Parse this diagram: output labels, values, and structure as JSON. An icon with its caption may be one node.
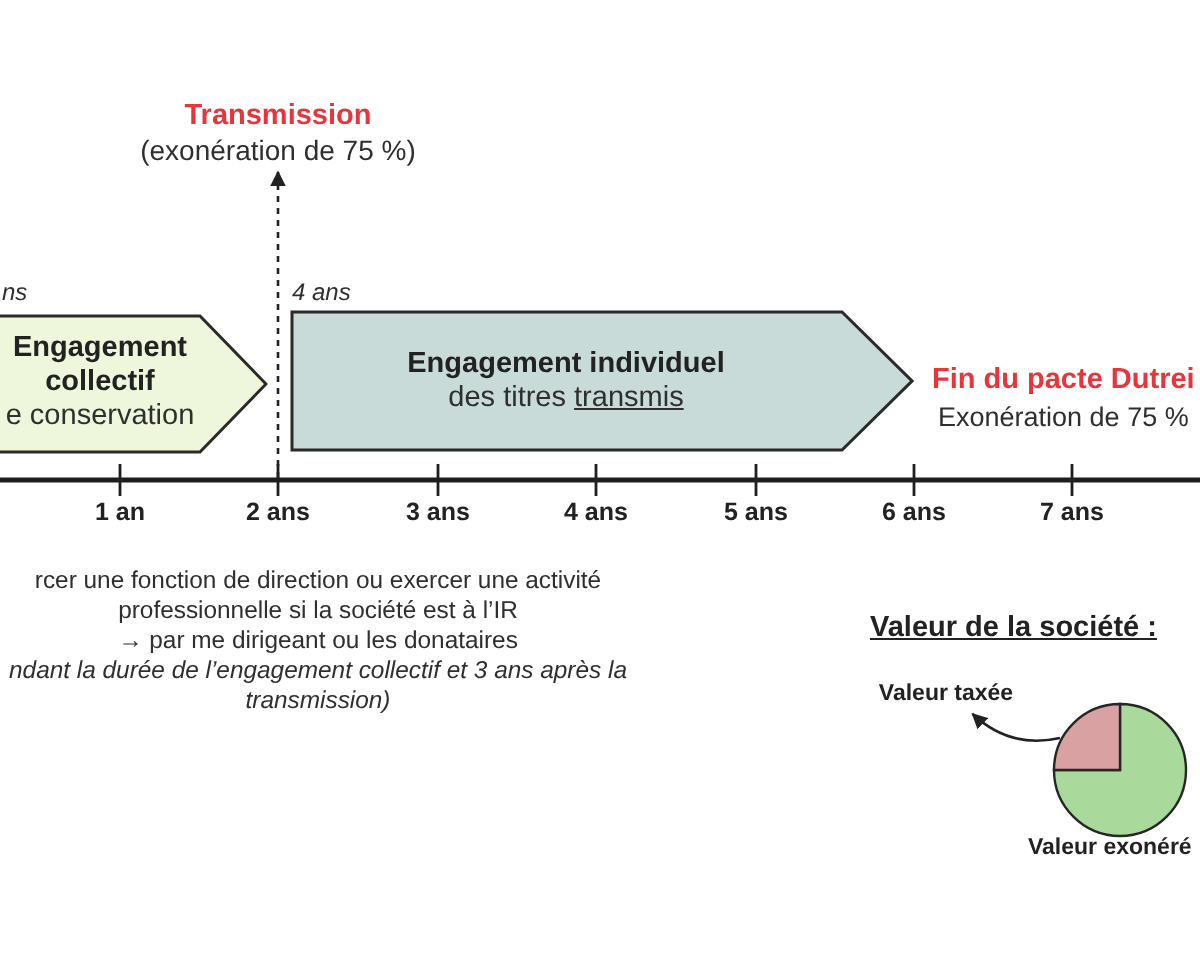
{
  "diagram": {
    "nodes": [
      {
        "text": [
          "Transmission",
          "(exonération de 75 %)"
        ]
      },
      {
        "text": [
          "Engagement collectif",
          "e conservation"
        ],
        "beside": [
          "ns"
        ]
      },
      {
        "text": [
          "Engagement individuel",
          "des titres transmis"
        ],
        "beside": [
          "4 ans"
        ]
      },
      {
        "text": [
          "Valeur taxée"
        ]
      },
      {
        "text": [],
        "shape": "slice"
      }
    ],
    "edges": [
      {
        "from": null,
        "to": 0,
        "arrow": "to",
        "style": "dashed"
      },
      {
        "from": 4,
        "to": 3,
        "arrow": "to"
      }
    ],
    "labels": [
      "Fin du pacte Dutrei",
      "Exonération de 75 %",
      "1 an",
      "2 ans",
      "3 ans",
      "4 ans",
      "5 ans",
      "6 ans",
      "7 ans",
      "rcer une fonction de direction ou exercer une activité professionnelle si la société est à l’IR",
      "→ par me dirigeant ou les donataires",
      "ndant la durée de l’engagement collectif et 3 ans après la transmission)",
      "Valeur de la société :",
      "Valeur exonéré"
    ]
  }
}
